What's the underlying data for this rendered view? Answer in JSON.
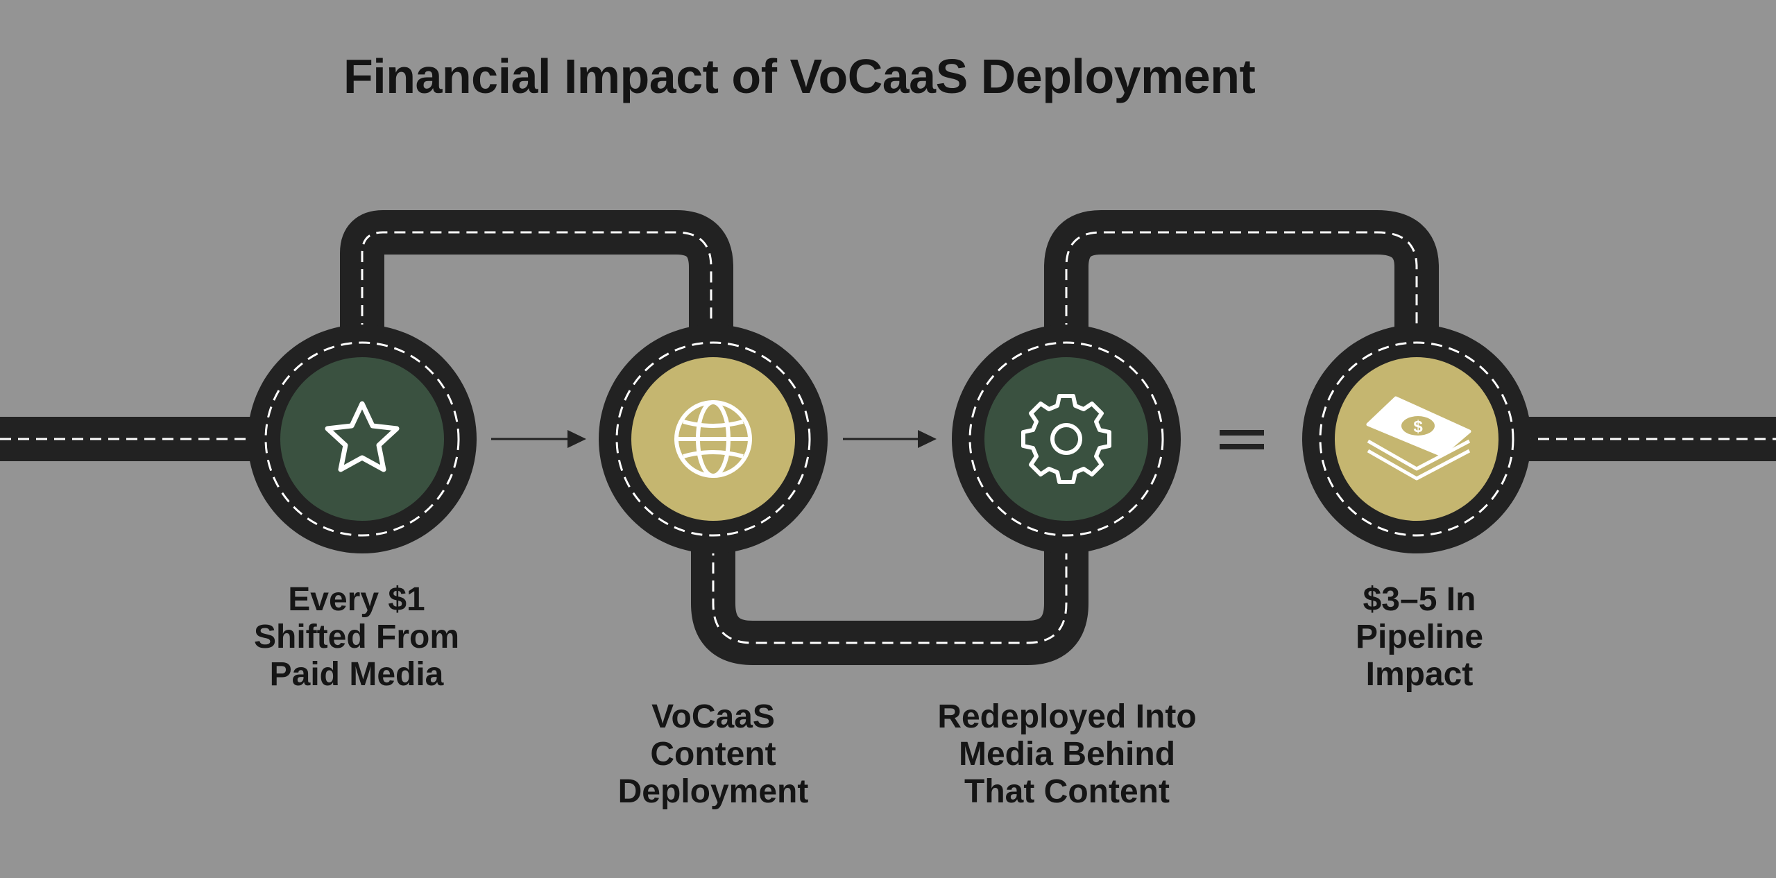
{
  "title": "Financial Impact of VoCaaS Deployment",
  "steps": [
    {
      "label_lines": [
        "Every $1",
        "Shifted From",
        "Paid Media"
      ],
      "icon": "star-icon",
      "fill": "#3a5140"
    },
    {
      "label_lines": [
        "VoCaaS",
        "Content",
        "Deployment"
      ],
      "icon": "globe-icon",
      "fill": "#c5b670"
    },
    {
      "label_lines": [
        "Redeployed Into",
        "Media Behind",
        "That Content"
      ],
      "icon": "gear-icon",
      "fill": "#3a5140"
    },
    {
      "label_lines": [
        "$3–5 In",
        "Pipeline",
        "Impact"
      ],
      "icon": "money-stack-icon",
      "fill": "#c5b670"
    }
  ],
  "operators": [
    "arrow",
    "arrow",
    "equals"
  ],
  "colors": {
    "background": "#949494",
    "road": "#222222",
    "dash": "#ffffff",
    "dark_green": "#3a5140",
    "gold": "#c5b670",
    "text": "#141414"
  }
}
